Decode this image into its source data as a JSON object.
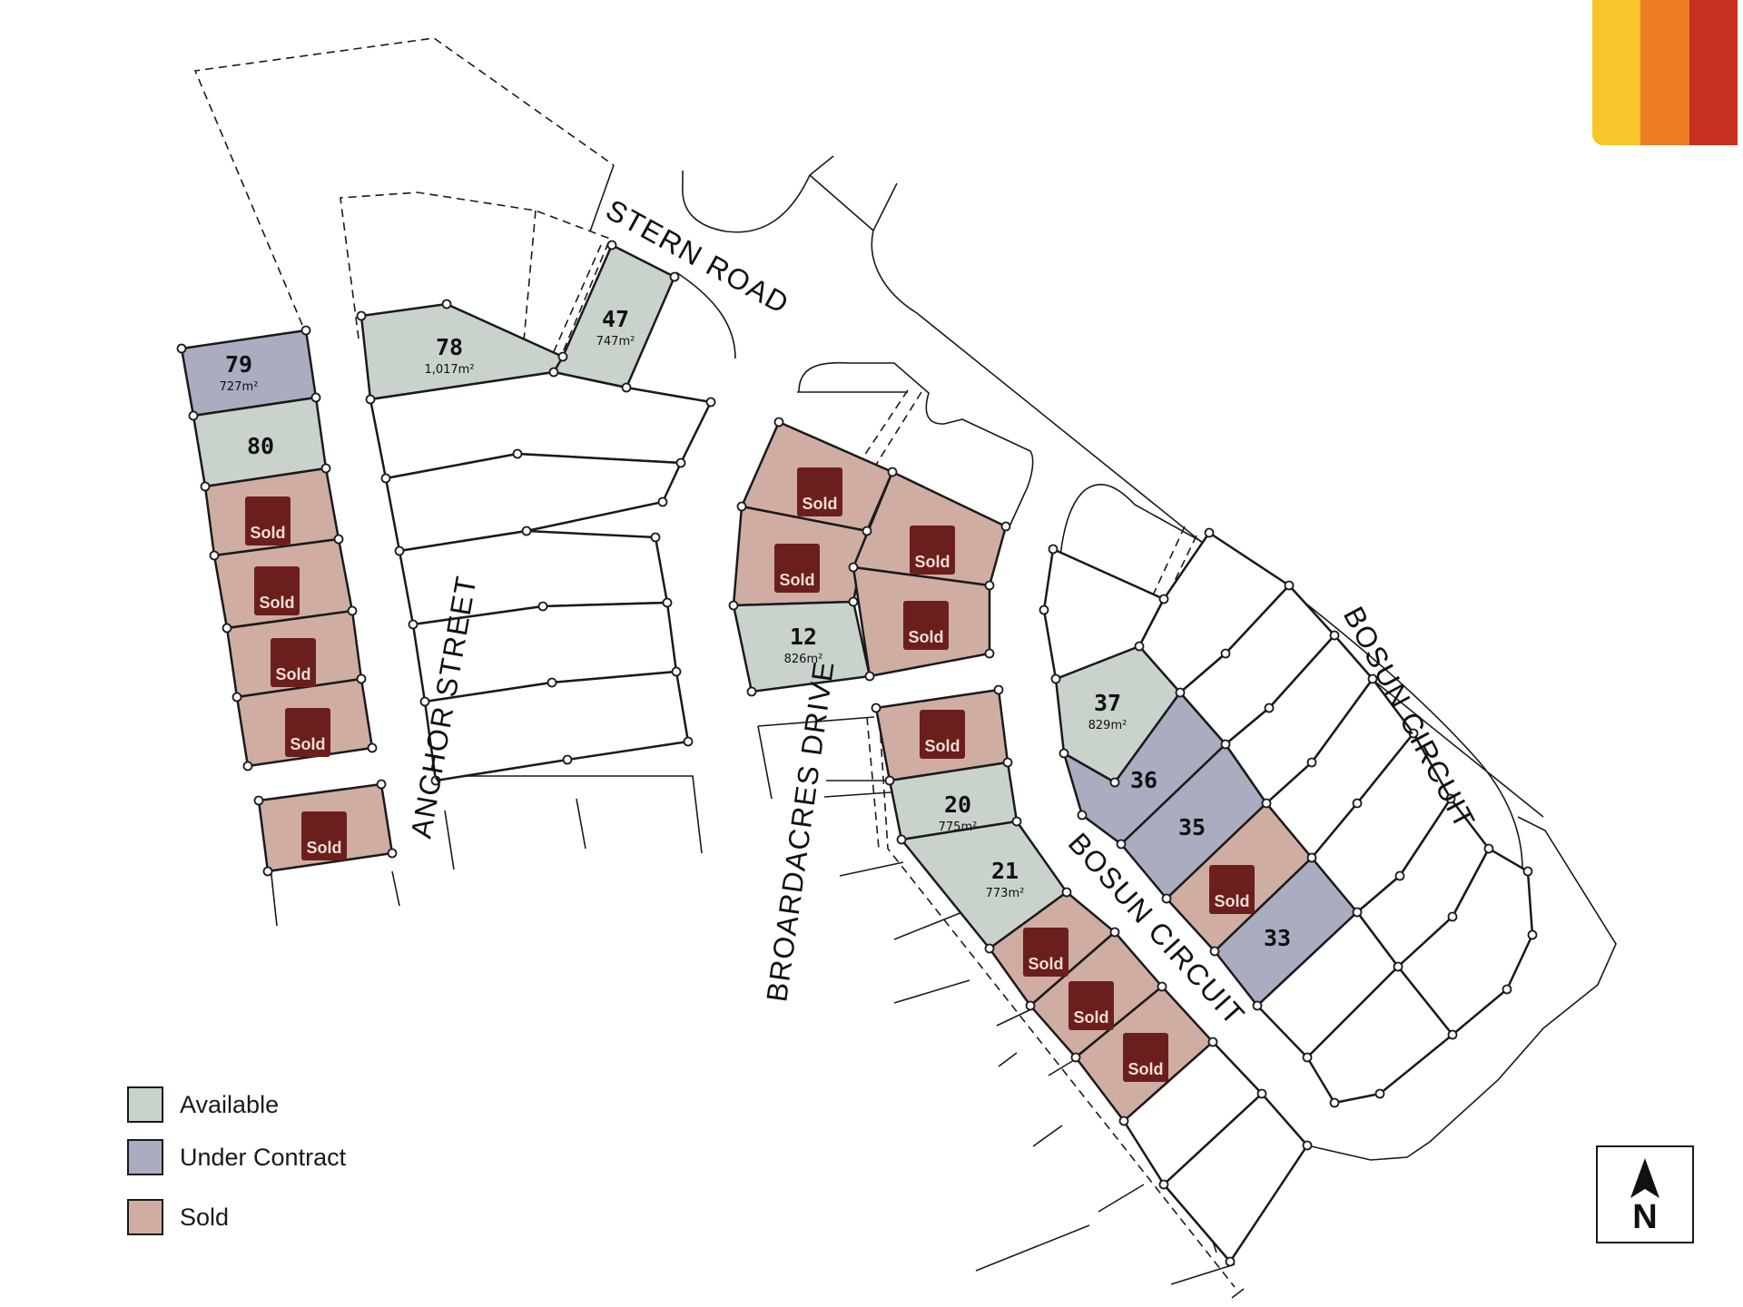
{
  "brand_colors": [
    "#f8c52a",
    "#ec7d25",
    "#c8301f"
  ],
  "colors": {
    "available": "#c9d3cc",
    "under_contract": "#a9adbf",
    "sold": "#d0ada3",
    "sold_box": "#6b1f1c"
  },
  "streets": [
    "STERN ROAD",
    "ANCHOR STREET",
    "BROARDACRES DRIVE",
    "BOSUN CIRCUIT",
    "BOSUN CIRCUIT"
  ],
  "sold_label": "Sold",
  "lots": [
    {
      "number": "79",
      "area": "727m²",
      "status": "under_contract"
    },
    {
      "number": "80",
      "area": "",
      "status": "available"
    },
    {
      "number": "78",
      "area": "1,017m²",
      "status": "available"
    },
    {
      "number": "47",
      "area": "747m²",
      "status": "available"
    },
    {
      "number": "12",
      "area": "826m²",
      "status": "available"
    },
    {
      "number": "20",
      "area": "775m²",
      "status": "available"
    },
    {
      "number": "21",
      "area": "773m²",
      "status": "available"
    },
    {
      "number": "37",
      "area": "829m²",
      "status": "available"
    },
    {
      "number": "36",
      "area": "",
      "status": "under_contract"
    },
    {
      "number": "35",
      "area": "",
      "status": "under_contract"
    },
    {
      "number": "33",
      "area": "",
      "status": "under_contract"
    }
  ],
  "sold_lot_count": 14,
  "legend": [
    {
      "label": "Available",
      "status": "available"
    },
    {
      "label": "Under Contract",
      "status": "under_contract"
    },
    {
      "label": "Sold",
      "status": "sold"
    }
  ],
  "compass": {
    "label": "N",
    "icon": "north-arrow-icon"
  }
}
